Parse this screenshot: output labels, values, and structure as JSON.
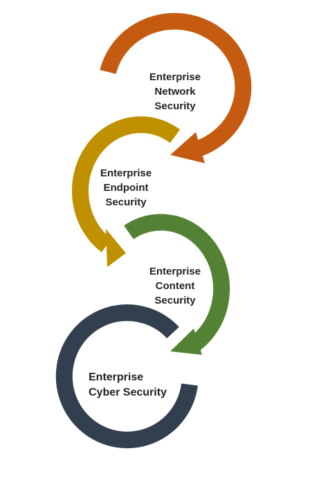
{
  "colors": {
    "network": "#c55a11",
    "endpoint": "#bf9000",
    "content": "#548235",
    "cyber": "#323f4f",
    "text": "#222222"
  },
  "stages": [
    {
      "id": "network",
      "lines": [
        "Enterprise",
        "Network",
        "Security"
      ]
    },
    {
      "id": "endpoint",
      "lines": [
        "Enterprise",
        "Endpoint",
        "Security"
      ]
    },
    {
      "id": "content",
      "lines": [
        "Enterprise",
        "Content",
        "Security"
      ]
    },
    {
      "id": "cyber",
      "lines": [
        "Enterprise",
        "Cyber Security"
      ]
    }
  ]
}
